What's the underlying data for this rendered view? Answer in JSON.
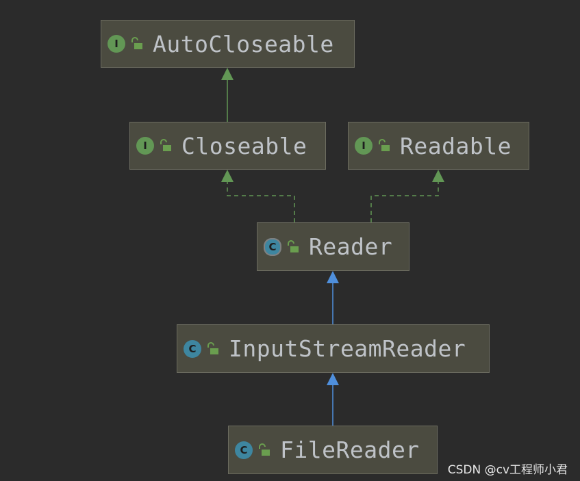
{
  "diagram": {
    "nodes": [
      {
        "id": "autocloseable",
        "label": "AutoCloseable",
        "kind": "interface",
        "badge": "I"
      },
      {
        "id": "closeable",
        "label": "Closeable",
        "kind": "interface",
        "badge": "I"
      },
      {
        "id": "readable",
        "label": "Readable",
        "kind": "interface",
        "badge": "I"
      },
      {
        "id": "reader",
        "label": "Reader",
        "kind": "abstract-class",
        "badge": "C"
      },
      {
        "id": "inputstreamreader",
        "label": "InputStreamReader",
        "kind": "class",
        "badge": "C"
      },
      {
        "id": "filereader",
        "label": "FileReader",
        "kind": "class",
        "badge": "C"
      }
    ],
    "edges": [
      {
        "from": "closeable",
        "to": "autocloseable",
        "type": "extends"
      },
      {
        "from": "reader",
        "to": "closeable",
        "type": "implements"
      },
      {
        "from": "reader",
        "to": "readable",
        "type": "implements"
      },
      {
        "from": "inputstreamreader",
        "to": "reader",
        "type": "extends"
      },
      {
        "from": "filereader",
        "to": "inputstreamreader",
        "type": "extends"
      }
    ],
    "colors": {
      "background": "#2b2b2b",
      "node_fill": "#4b4b40",
      "interface_edge": "#629755",
      "class_edge": "#4f8fdc",
      "interface_badge": "#629755",
      "class_badge": "#3e86a0",
      "lock": "#6a9e4f"
    },
    "icons": {
      "access": "unlock-icon"
    }
  },
  "watermark": "CSDN @cv工程师小君"
}
